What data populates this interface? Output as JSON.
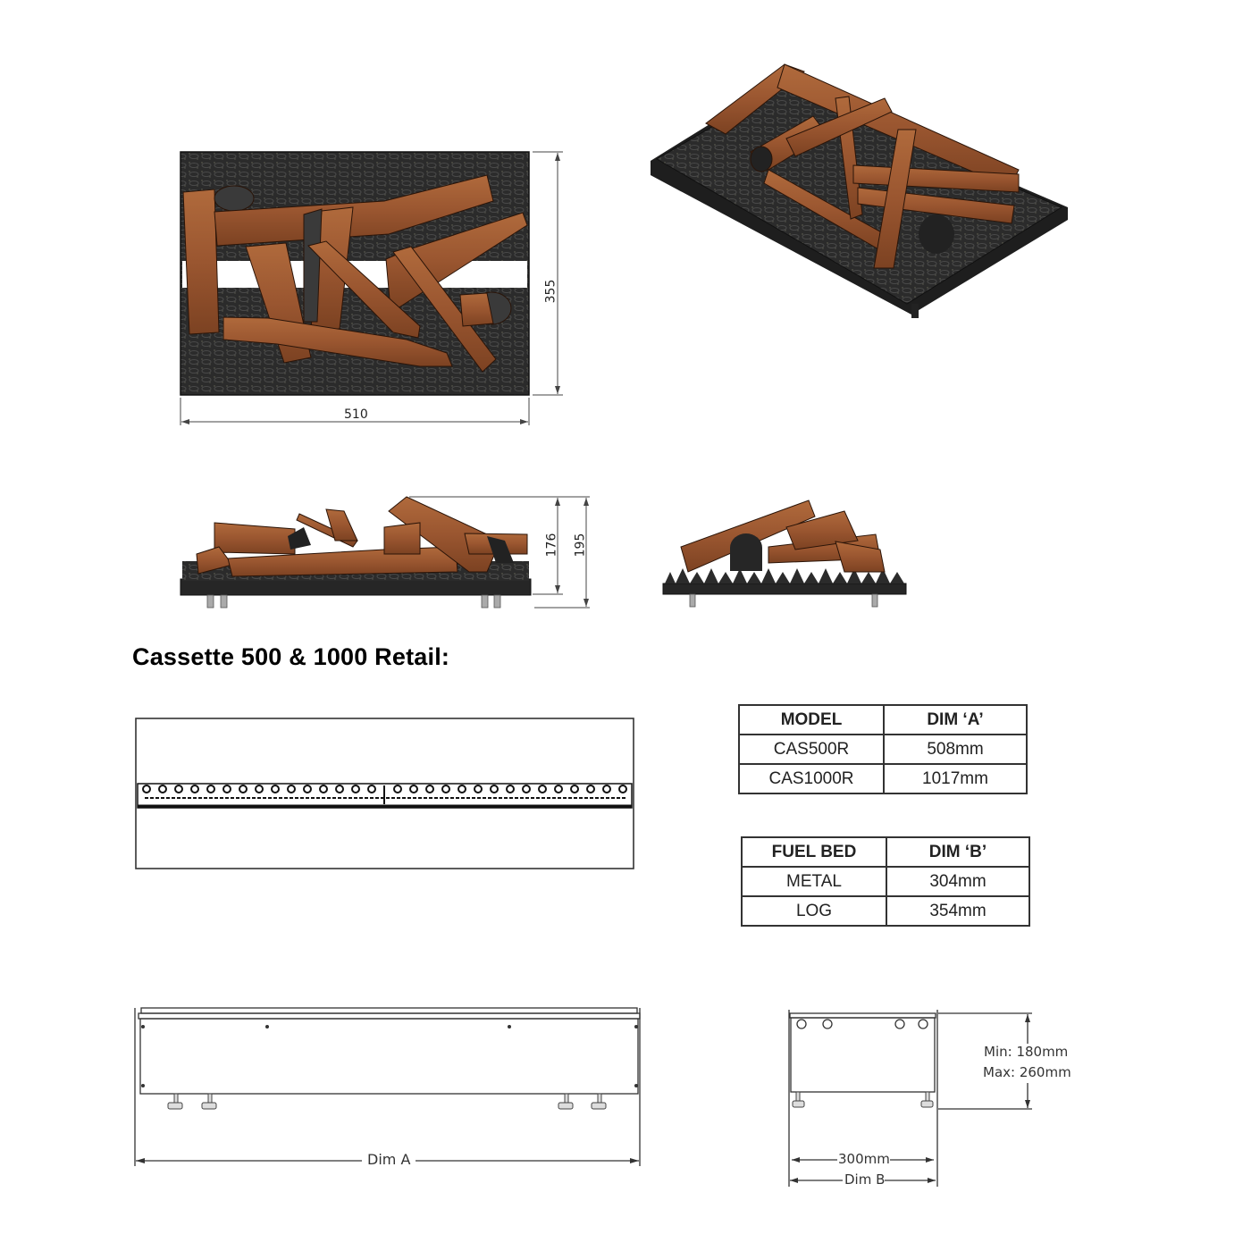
{
  "top_view": {
    "width_label": "510",
    "height_label": "355"
  },
  "side_view": {
    "height_inner_label": "176",
    "height_outer_label": "195"
  },
  "section": {
    "heading": "Cassette 500 & 1000 Retail:"
  },
  "model_table": {
    "headers": [
      "MODEL",
      "DIM ‘A’"
    ],
    "rows": [
      [
        "CAS500R",
        "508mm"
      ],
      [
        "CAS1000R",
        "1017mm"
      ]
    ]
  },
  "fuel_bed_table": {
    "headers": [
      "FUEL BED",
      "DIM ‘B’"
    ],
    "rows": [
      [
        "METAL",
        "304mm"
      ],
      [
        "LOG",
        "354mm"
      ]
    ]
  },
  "front_drawing": {
    "dim_label": "Dim A"
  },
  "end_drawing": {
    "min_label": "Min: 180mm",
    "max_label": "Max: 260mm",
    "width_label": "300mm",
    "dim_label": "Dim B"
  },
  "colors": {
    "wood": "#9c5a32",
    "wood_dark": "#6e3a1e",
    "ember_bed": "#2a2a2a",
    "line": "#333333"
  }
}
